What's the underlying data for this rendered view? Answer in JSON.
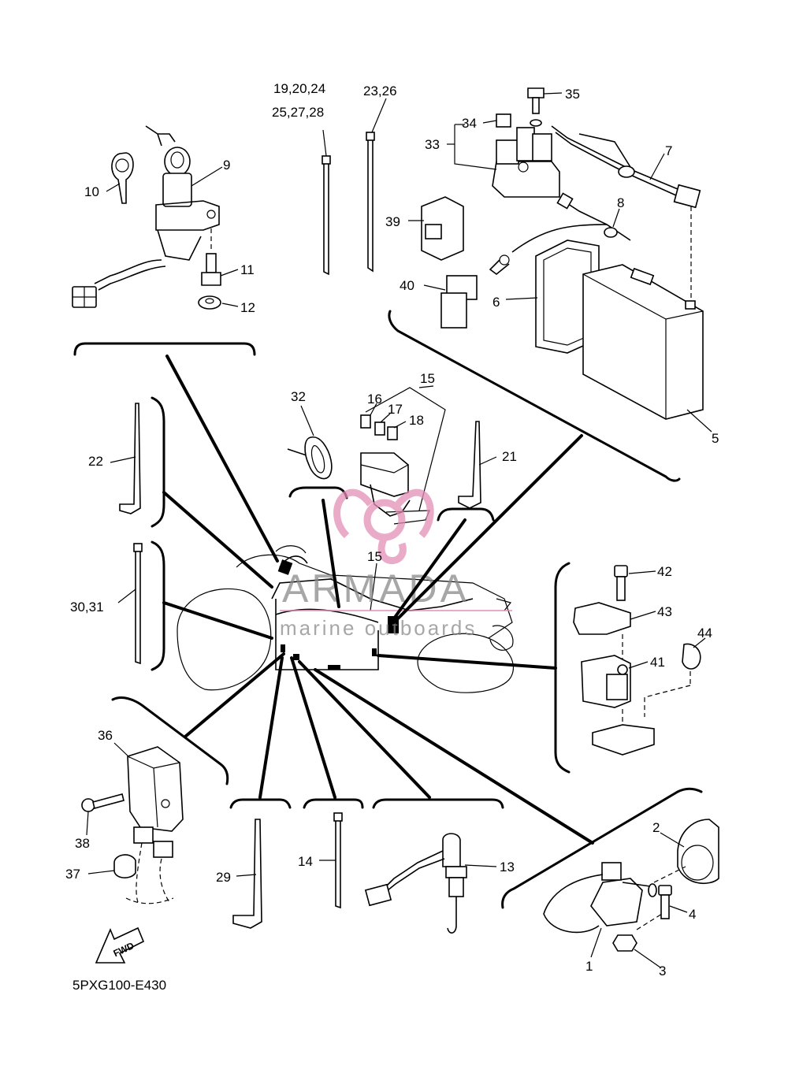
{
  "diagram_code": "5PXG100-E430",
  "fwd_label": "FWD",
  "watermark": {
    "brand": "ARMADA",
    "tagline": "marine outboards",
    "color": "#e48fb6"
  },
  "callouts": {
    "c1": "1",
    "c2": "2",
    "c3": "3",
    "c4": "4",
    "c5": "5",
    "c6": "6",
    "c7": "7",
    "c8": "8",
    "c9": "9",
    "c10": "10",
    "c11": "11",
    "c12": "12",
    "c13": "13",
    "c14": "14",
    "c15a": "15",
    "c15b": "15",
    "c16": "16",
    "c17": "17",
    "c18": "18",
    "c19": "19,20,24",
    "c19b": "25,27,28",
    "c21": "21",
    "c22": "22",
    "c23": "23,26",
    "c29": "29",
    "c30": "30,31",
    "c32": "32",
    "c33": "33",
    "c34": "34",
    "c35": "35",
    "c36": "36",
    "c37": "37",
    "c38": "38",
    "c39": "39",
    "c40": "40",
    "c41": "41",
    "c42": "42",
    "c43": "43",
    "c44": "44"
  }
}
